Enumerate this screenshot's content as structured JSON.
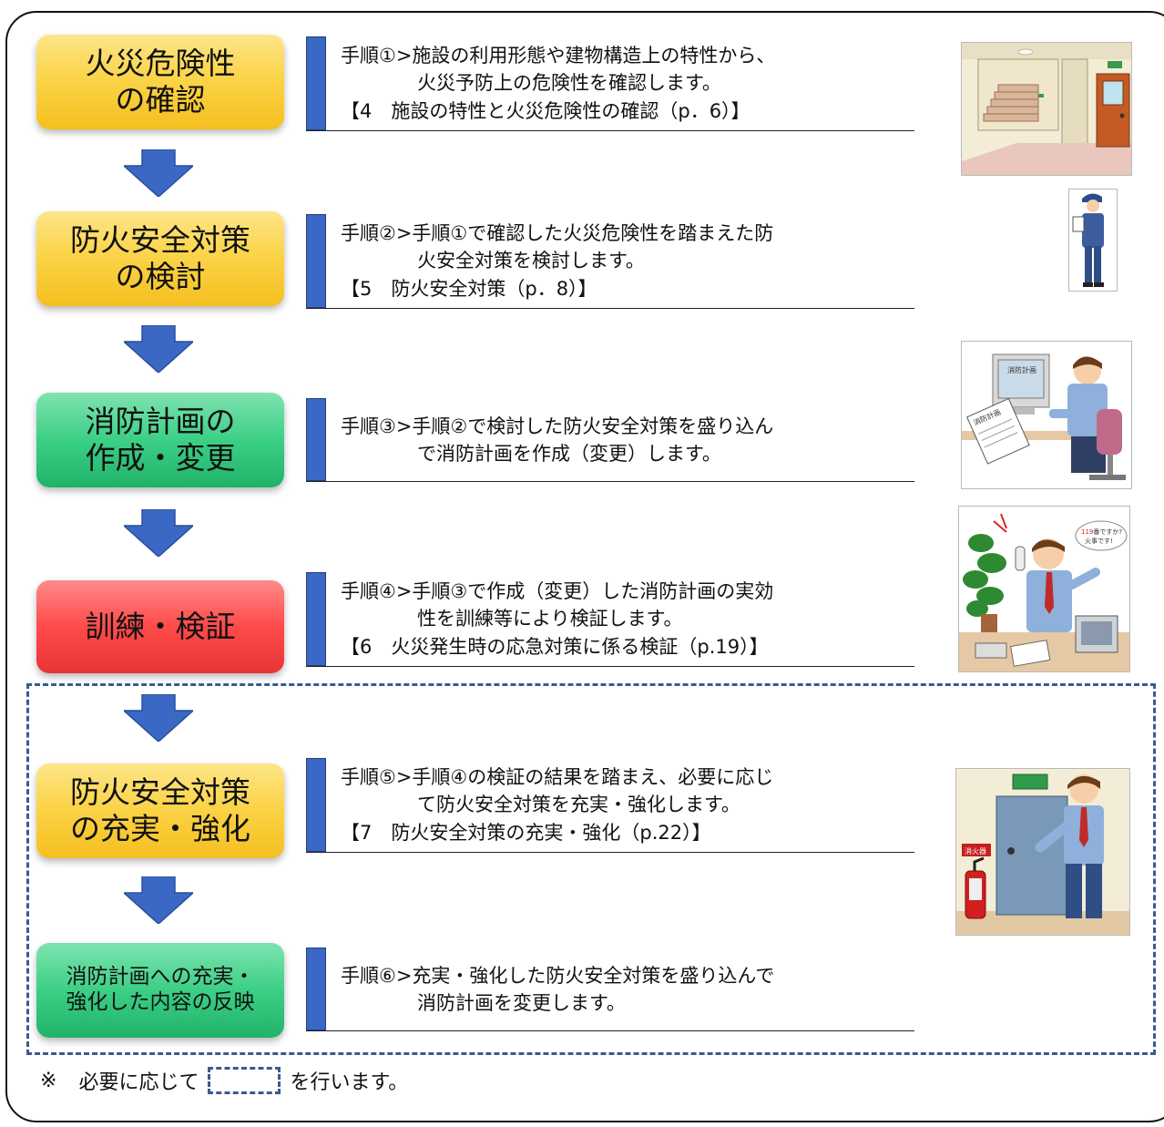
{
  "steps": [
    {
      "box": "火災危険性\nの確認",
      "lines": [
        "手順①>施設の利用形態や建物構造上の特性から、",
        "　　　　火災予防上の危険性を確認します。",
        "【4　施設の特性と火災危険性の確認（p．6）】"
      ]
    },
    {
      "box": "防火安全対策\nの検討",
      "lines": [
        "手順②>手順①で確認した火災危険性を踏まえた防",
        "　　　　火安全対策を検討します。",
        "【5　防火安全対策（p．8）】"
      ]
    },
    {
      "box": "消防計画の\n作成・変更",
      "lines": [
        "手順③>手順②で検討した防火安全対策を盛り込ん",
        "　　　　で消防計画を作成（変更）します。"
      ]
    },
    {
      "box": "訓練・検証",
      "lines": [
        "手順④>手順③で作成（変更）した消防計画の実効",
        "　　　　性を訓練等により検証します。",
        "【6　火災発生時の応急対策に係る検証（p.19）】"
      ]
    },
    {
      "box": "防火安全対策\nの充実・強化",
      "lines": [
        "手順⑤>手順④の検証の結果を踏まえ、必要に応じ",
        "　　　　て防火安全対策を充実・強化します。",
        "【7　防火安全対策の充実・強化（p.22）】"
      ]
    },
    {
      "box": "消防計画への充実・\n強化した内容の反映",
      "lines": [
        "手順⑥>充実・強化した防火安全対策を盛り込んで",
        "　　　　消防計画を変更します。"
      ]
    }
  ],
  "illustrations": {
    "monitor_text": "消防計画",
    "paper_text": "消防計画",
    "speech_bubble_number": "119",
    "speech_bubble_rest": "番ですか?",
    "speech_bubble_line2": "火事です!",
    "extinguisher_sign": "消火器"
  },
  "note": {
    "mark": "※",
    "before": "必要に応じて",
    "after": "を行います。"
  },
  "colors": {
    "yellow": "#f5bf1f",
    "green": "#20b368",
    "red": "#e83434",
    "arrow_blue": "#3c68c5",
    "dashed_border": "#3b5a8f"
  }
}
